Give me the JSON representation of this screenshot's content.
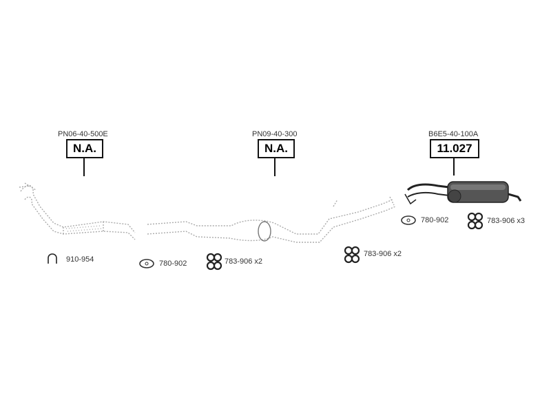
{
  "sections": [
    {
      "part_number": "PN06-40-500E",
      "price": "N.A."
    },
    {
      "part_number": "PN09-40-300",
      "price": "N.A."
    },
    {
      "part_number": "B6E5-40-100A",
      "price": "11.027"
    }
  ],
  "accessories": [
    {
      "icon": "u-clamp-icon",
      "label": "910-954"
    },
    {
      "icon": "gasket-ring-icon",
      "label": "780-902"
    },
    {
      "icon": "rubber-hanger-icon",
      "label": "783-906 x2"
    },
    {
      "icon": "rubber-hanger-icon",
      "label": "783-906 x2"
    },
    {
      "icon": "gasket-ring-icon",
      "label": "780-902"
    },
    {
      "icon": "rubber-hanger-icon",
      "label": "783-906 x3"
    }
  ],
  "colors": {
    "line": "#111111",
    "ghost": "#aaaaaa",
    "muffler": "#444444"
  }
}
